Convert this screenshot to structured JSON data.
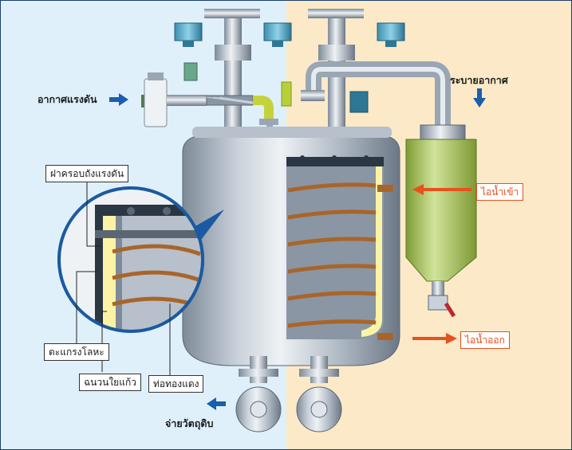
{
  "labels": {
    "pressurized_air": "อากาศแรงดัน",
    "air_vent": "ระบายอากาศ",
    "steam_in": "ไอน้ำเข้า",
    "steam_out": "ไอน้ำออก",
    "pressure_lid": "ฝาครอบถังแรงดัน",
    "metal_basket": "ตะแกรงโลหะ",
    "glass_wool": "ฉนวนใยแก้ว",
    "copper_pipe": "ท่อทองแดง",
    "discharge": "จ่ายวัตถุดิบ"
  },
  "colors": {
    "left_bg": "#dff0fa",
    "right_bg": "#fbe9c8",
    "blue_arrow": "#1a5fae",
    "red_arrow": "#e8501e",
    "copper": "#a8652a",
    "steel": "#9aa6b4",
    "insulation": "#fdf3a6",
    "separator_tank": "#9fbf4a"
  }
}
